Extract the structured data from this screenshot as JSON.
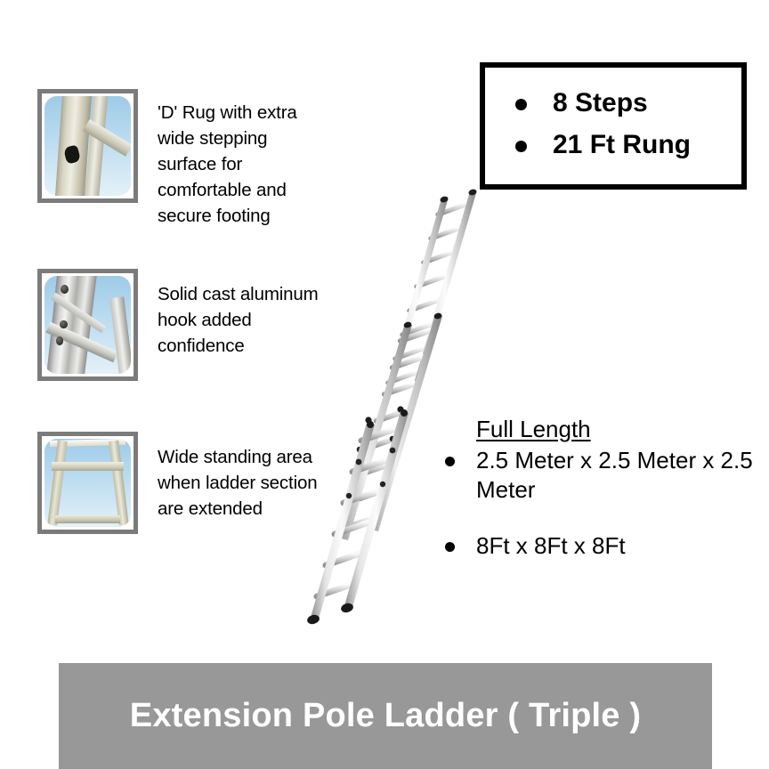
{
  "product": {
    "banner_title": "Extension Pole Ladder ( Triple )",
    "banner_color": "#989898",
    "banner_text_color": "#ffffff"
  },
  "spec_box": {
    "border_color": "#000000",
    "items": [
      "8 Steps",
      "21 Ft Rung"
    ]
  },
  "features": [
    {
      "thumb_name": "d-rung-close-up-photo",
      "text": "'D' Rug with extra wide stepping surface for comfortable and secure footing"
    },
    {
      "thumb_name": "cast-aluminum-hook-photo",
      "text": "Solid cast aluminum hook added confidence"
    },
    {
      "thumb_name": "wide-standing-area-photo",
      "text": "Wide standing area when ladder section are extended"
    }
  ],
  "full_length": {
    "title": "Full Length",
    "items": [
      "2.5 Meter x 2.5 Meter x 2.5 Meter",
      "8Ft x 8Ft  x 8Ft"
    ]
  },
  "ladder": {
    "name": "aluminum-triple-extension-ladder-photo",
    "rung_count": 24,
    "section_count": 3
  }
}
